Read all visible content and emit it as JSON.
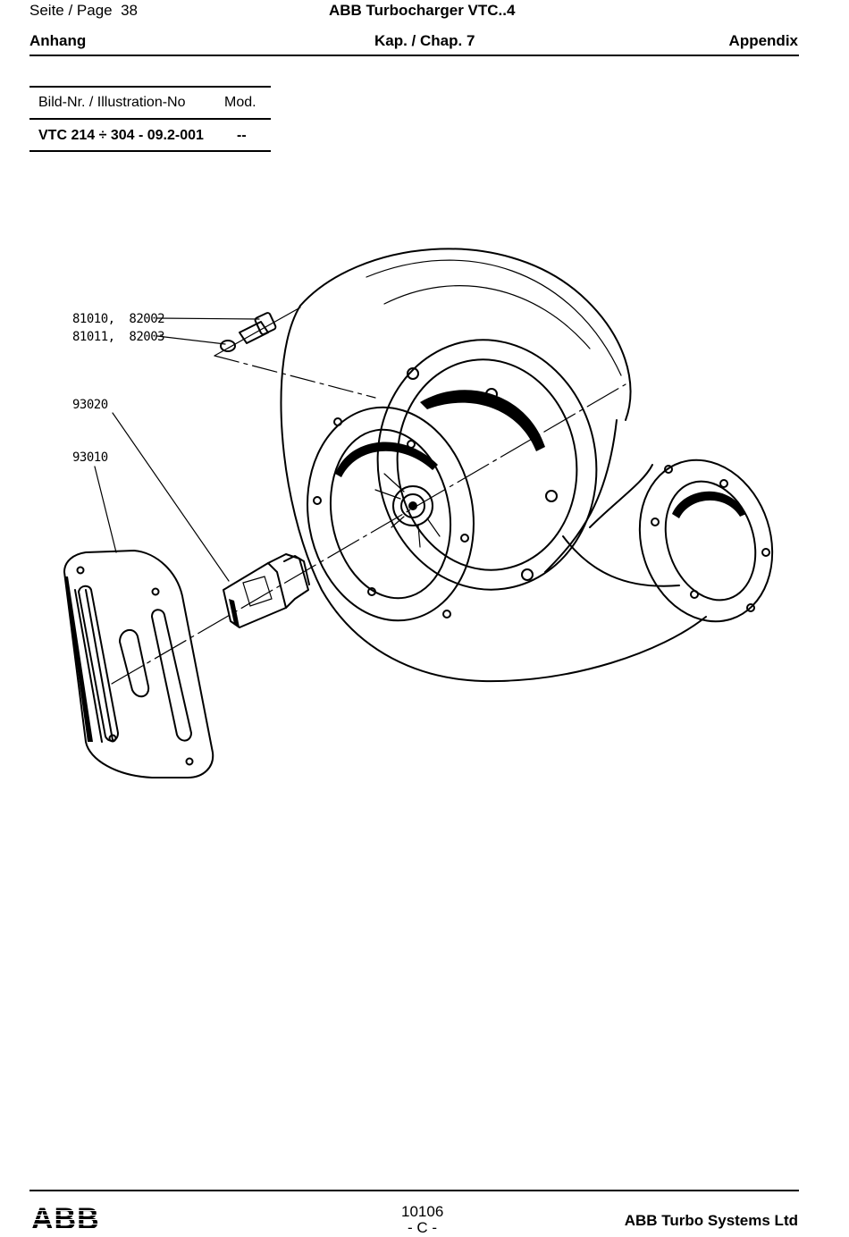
{
  "header": {
    "page_label": "Seite / Page  38",
    "title": "ABB Turbocharger VTC..4",
    "section_left": "Anhang",
    "section_center": "Kap. / Chap. 7",
    "section_right": "Appendix"
  },
  "illustration_table": {
    "col_illustration": "Bild-Nr. / Illustration-No",
    "col_mod": "Mod.",
    "illustration_no": "VTC 214 ÷ 304 - 09.2-001",
    "mod": "--"
  },
  "drawing": {
    "callouts": [
      {
        "id": "c1",
        "text": "81010,  82002"
      },
      {
        "id": "c2",
        "text": "81011,  82003"
      },
      {
        "id": "c3",
        "text": "93020"
      },
      {
        "id": "c4",
        "text": "93010"
      }
    ]
  },
  "footer": {
    "logo_text": "ABB",
    "doc_number": "10106",
    "revision": "- C -",
    "company": "ABB Turbo Systems Ltd"
  }
}
